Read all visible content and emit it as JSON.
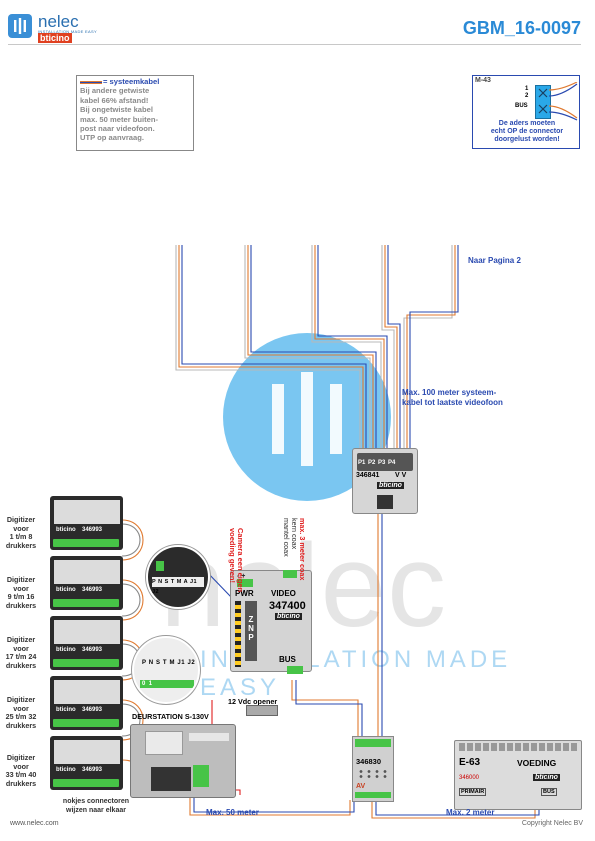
{
  "header": {
    "brand": "nelec",
    "tagline": "INSTALLATION MADE EASY",
    "partner": "bticino",
    "doc_id": "GBM_16-0097"
  },
  "note": {
    "heading": "= systeemkabel",
    "lines": [
      "Bij andere getwiste",
      "kabel 66% afstand!",
      "Bij ongetwiste kabel",
      "max. 50 meter buiten-",
      "post naar videofoon.",
      "UTP op aanvraag."
    ]
  },
  "m43": {
    "title": "M-43",
    "label_1": "1",
    "label_2": "2",
    "label_bus": "BUS",
    "note_lines": [
      "De aders moeten",
      "echt OP de connector",
      "doorgelust worden!"
    ]
  },
  "labels": {
    "naar_pagina": "Naar Pagina 2",
    "max100_1": "Max. 100 meter systeem-",
    "max100_2": "kabel tot laatste videofoon",
    "max50": "Max. 50 meter",
    "max2": "Max. 2 meter",
    "deurstation": "DEURSTATION S-130V",
    "opener": "12 Vdc opener",
    "nokjes_1": "nokjes connectoren",
    "nokjes_2": "wijzen naar elkaar",
    "camera_1": "Camera een eigen",
    "camera_2": "voeding geven!",
    "coax_1": "max. 3 meter coax",
    "coax_2": "kern coax",
    "coax_3": "mantel coax"
  },
  "digitizers": [
    {
      "lines": [
        "Digitizer",
        "voor",
        "1 t/m 8",
        "drukkers"
      ],
      "code": "346993"
    },
    {
      "lines": [
        "Digitizer",
        "voor",
        "9 t/m 16",
        "drukkers"
      ],
      "code": "346993"
    },
    {
      "lines": [
        "Digitizer",
        "voor",
        "17 t/m 24",
        "drukkers"
      ],
      "code": "346993"
    },
    {
      "lines": [
        "Digitizer",
        "voor",
        "25 t/m 32",
        "drukkers"
      ],
      "code": "346993"
    },
    {
      "lines": [
        "Digitizer",
        "voor",
        "33 t/m 40",
        "drukkers"
      ],
      "code": "346993"
    }
  ],
  "distributor": {
    "code": "346841",
    "ports": [
      "P1",
      "P2",
      "P3",
      "P4"
    ],
    "vv": "V V",
    "brand": "bticino"
  },
  "interface": {
    "code": "347400",
    "pwr": "PWR",
    "video": "VIDEO",
    "v": "V",
    "minus_plus": "- +",
    "bus": "BUS",
    "brand": "bticino",
    "pins": [
      "Z",
      "N",
      "P"
    ]
  },
  "zoom1": {
    "pins": [
      "P",
      "N",
      "S",
      "T",
      "M",
      "A",
      "J1",
      "J2"
    ]
  },
  "zoom2": {
    "pins": [
      "P",
      "N",
      "S",
      "T",
      "M",
      "J1",
      "J2"
    ],
    "digits": [
      "0",
      "1"
    ]
  },
  "amplifier": {
    "code": "346830",
    "av": "AV"
  },
  "psu": {
    "model": "E-63",
    "title": "VOEDING",
    "code": "346000",
    "brand": "bticino",
    "primair": "PRIMAIR",
    "bus": "BUS"
  },
  "footer": {
    "left": "www.nelec.com",
    "right": "Copyright Nelec BV"
  },
  "watermark": {
    "big": "nelec",
    "small": "INSTALLATION MADE EASY"
  },
  "colors": {
    "accent": "#2a8ad6",
    "cable_orange": "#e07a30",
    "cable_blue": "#2a4ab0",
    "terminal_green": "#47c447",
    "red": "#e02020"
  }
}
